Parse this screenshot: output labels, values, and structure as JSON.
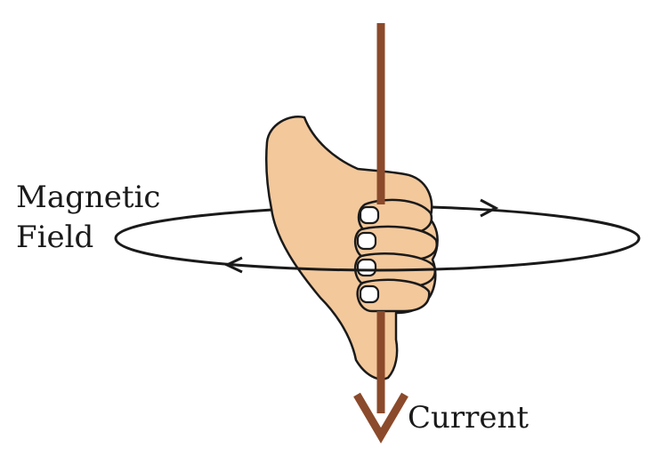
{
  "labels": {
    "magnetic_line1": "Magnetic",
    "magnetic_line2": "Field",
    "current": "Current"
  },
  "colors": {
    "wire": "#8b4a2b",
    "skin": "#f3c89b",
    "outline": "#1a1a1a",
    "nail": "#ffffff",
    "field_line": "#1a1a1a"
  },
  "icons": {
    "hand": "right-hand-thumb-rule-hand",
    "current_arrow": "arrow-down-icon",
    "field_arrows": "arrowhead-icon"
  }
}
